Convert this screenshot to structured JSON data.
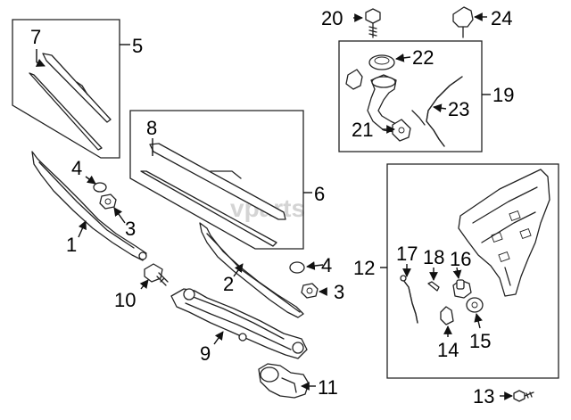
{
  "watermark": "vparts",
  "callouts": {
    "c1": "1",
    "c2": "2",
    "c3a": "3",
    "c3b": "3",
    "c4a": "4",
    "c4b": "4",
    "c5": "5",
    "c6": "6",
    "c7": "7",
    "c8": "8",
    "c9": "9",
    "c10": "10",
    "c11": "11",
    "c12": "12",
    "c13": "13",
    "c14": "14",
    "c15": "15",
    "c16": "16",
    "c17": "17",
    "c18": "18",
    "c19": "19",
    "c20": "20",
    "c21": "21",
    "c22": "22",
    "c23": "23",
    "c24": "24"
  }
}
